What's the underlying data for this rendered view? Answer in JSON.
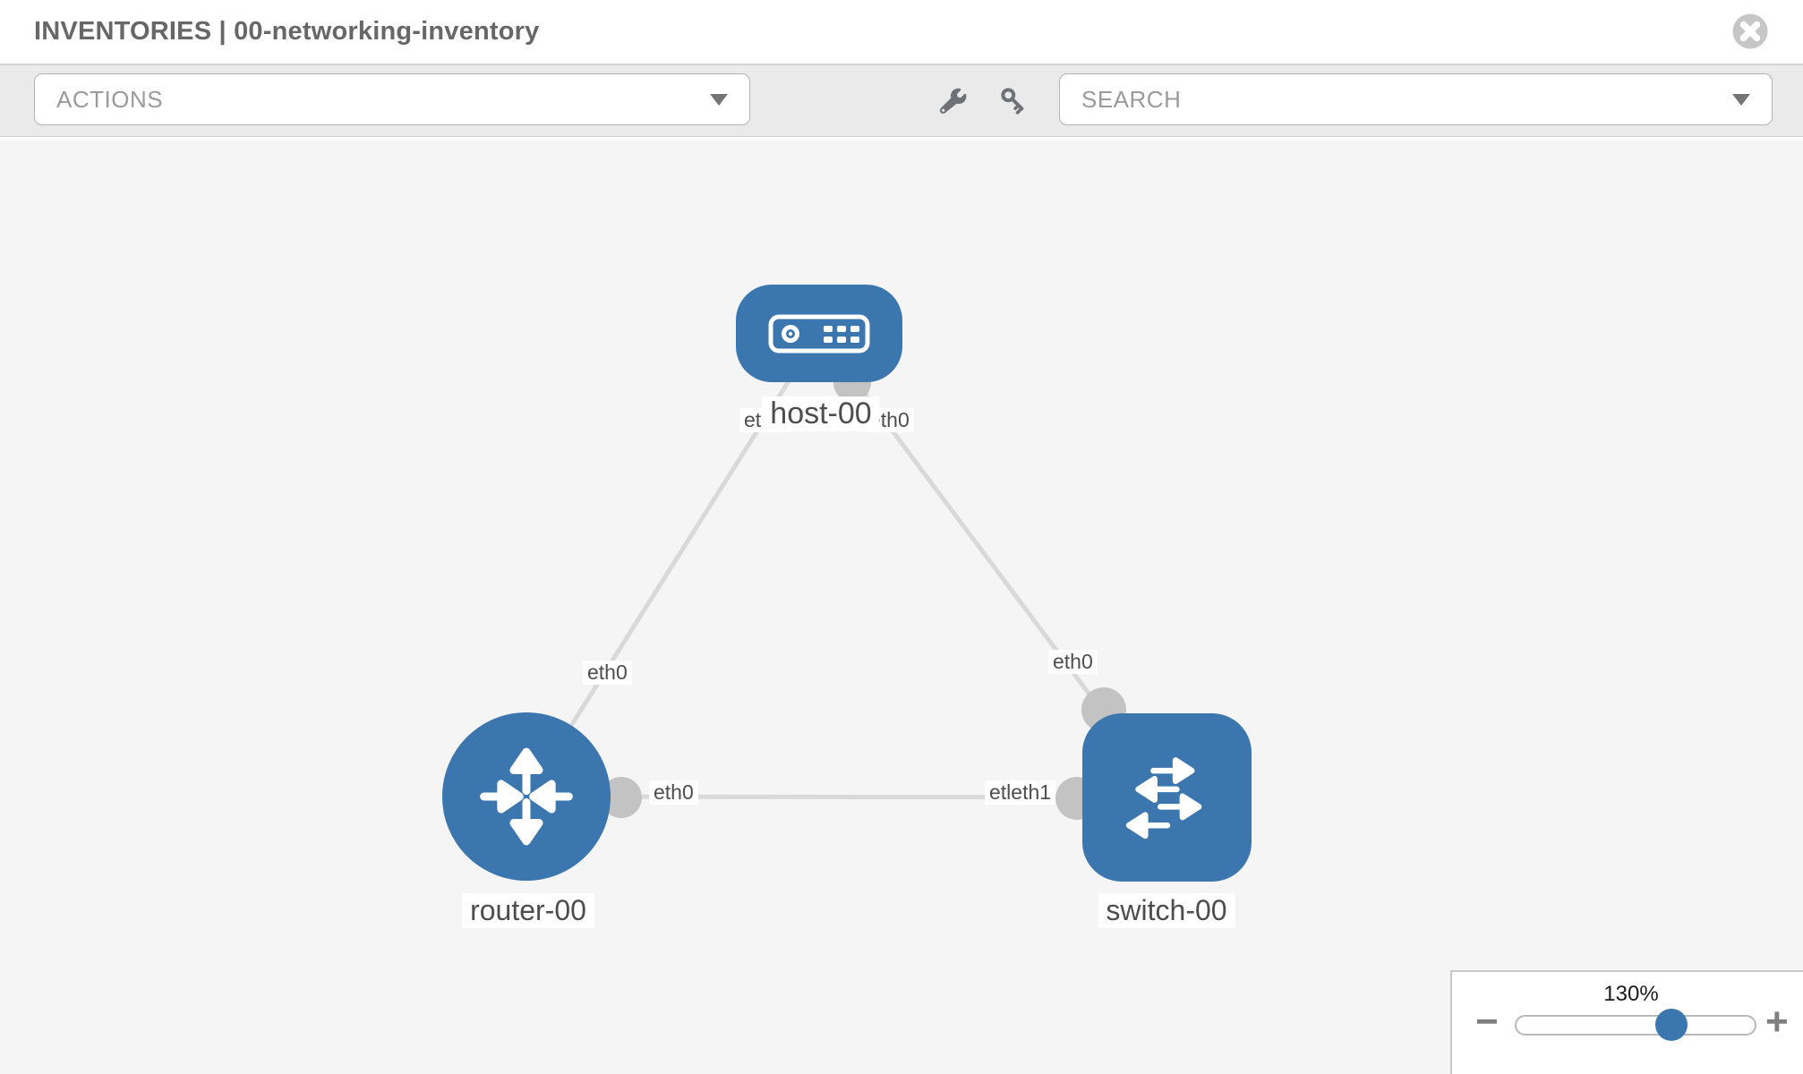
{
  "header": {
    "title": "INVENTORIES | 00-networking-inventory"
  },
  "toolbar": {
    "actions_label": "ACTIONS",
    "search_label": "SEARCH"
  },
  "topology": {
    "nodes": {
      "host": {
        "label": "host-00",
        "type": "host"
      },
      "router": {
        "label": "router-00",
        "type": "router"
      },
      "switch": {
        "label": "switch-00",
        "type": "switch"
      }
    },
    "interface_labels": {
      "host_left": "eth0",
      "host_right": "eth0",
      "link_host_router": "eth0",
      "link_host_switch": "eth0",
      "router_right": "eth0",
      "switch_left": "etleth1"
    }
  },
  "zoom_control": {
    "value": "130%",
    "minus_label": "−",
    "plus_label": "+"
  },
  "colors": {
    "node-blue": "#3b76af",
    "link-gray": "#d9d9d9",
    "connector-gray": "#c3c3c3",
    "canvas-bg": "#f5f5f5",
    "toolbar-bg": "#eaeaea",
    "label-text": "#4d4d4d",
    "muted-text": "#9b9b9b",
    "icon-gray": "#6e7277"
  }
}
